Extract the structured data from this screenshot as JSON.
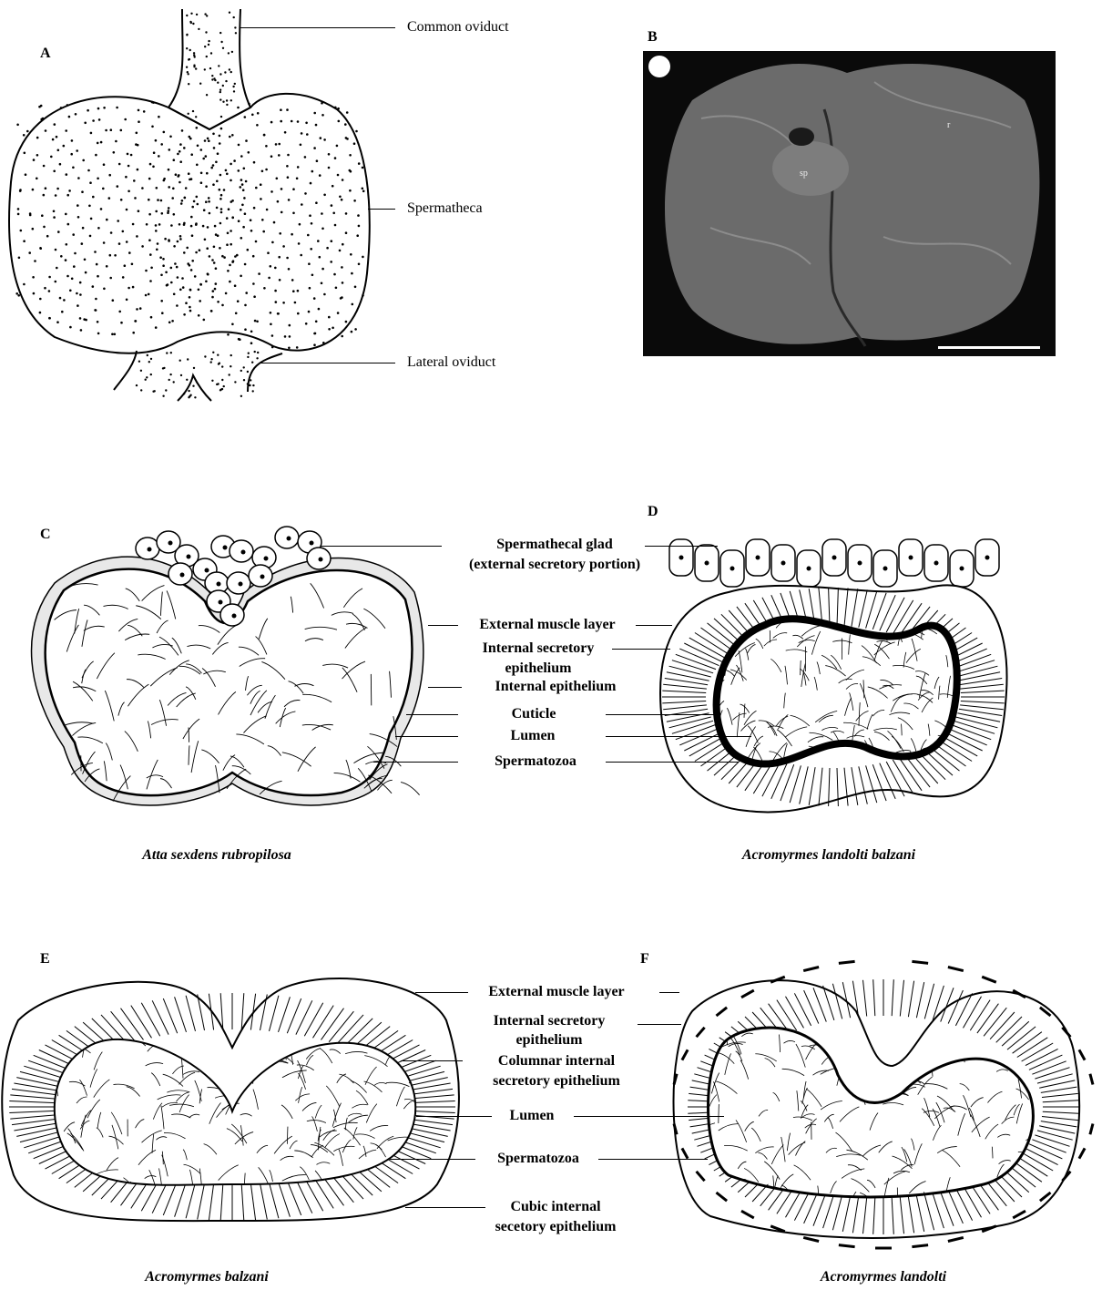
{
  "panels": {
    "a": {
      "letter": "A",
      "labels": {
        "common_oviduct": "Common oviduct",
        "spermatheca": "Spermatheca",
        "lateral_oviduct": "Lateral oviduct"
      }
    },
    "b": {
      "letter": "B",
      "photo_labels": {
        "sp": "sp",
        "r": "r"
      }
    },
    "c": {
      "letter": "C",
      "caption": "Atta sexdens rubropilosa"
    },
    "d": {
      "letter": "D",
      "caption": "Acromyrmes landolti balzani"
    },
    "e": {
      "letter": "E",
      "caption": "Acromyrmes balzani"
    },
    "f": {
      "letter": "F",
      "caption": "Acromyrmes landolti"
    }
  },
  "cd_labels": {
    "gland_1": "Spermathecal glad",
    "gland_2": "(external secretory portion)",
    "external_muscle": "External muscle layer",
    "int_secretory_1": "Internal secretory",
    "int_secretory_2": "epithelium",
    "internal_epithelium": "Internal epithelium",
    "cuticle": "Cuticle",
    "lumen": "Lumen",
    "spermatozoa": "Spermatozoa"
  },
  "ef_labels": {
    "external_muscle": "External muscle layer",
    "int_secretory_1": "Internal secretory",
    "int_secretory_2": "epithelium",
    "columnar_1": "Columnar  internal",
    "columnar_2": "secretory epithelium",
    "lumen": "Lumen",
    "spermatozoa": "Spermatozoa",
    "cubic_1": "Cubic internal",
    "cubic_2": "secetory epithelium"
  },
  "colors": {
    "ink": "#000000",
    "photo_bg": "#0a0a0a",
    "organ": "#5a5a5a",
    "stipple": "#cfcfcf"
  }
}
